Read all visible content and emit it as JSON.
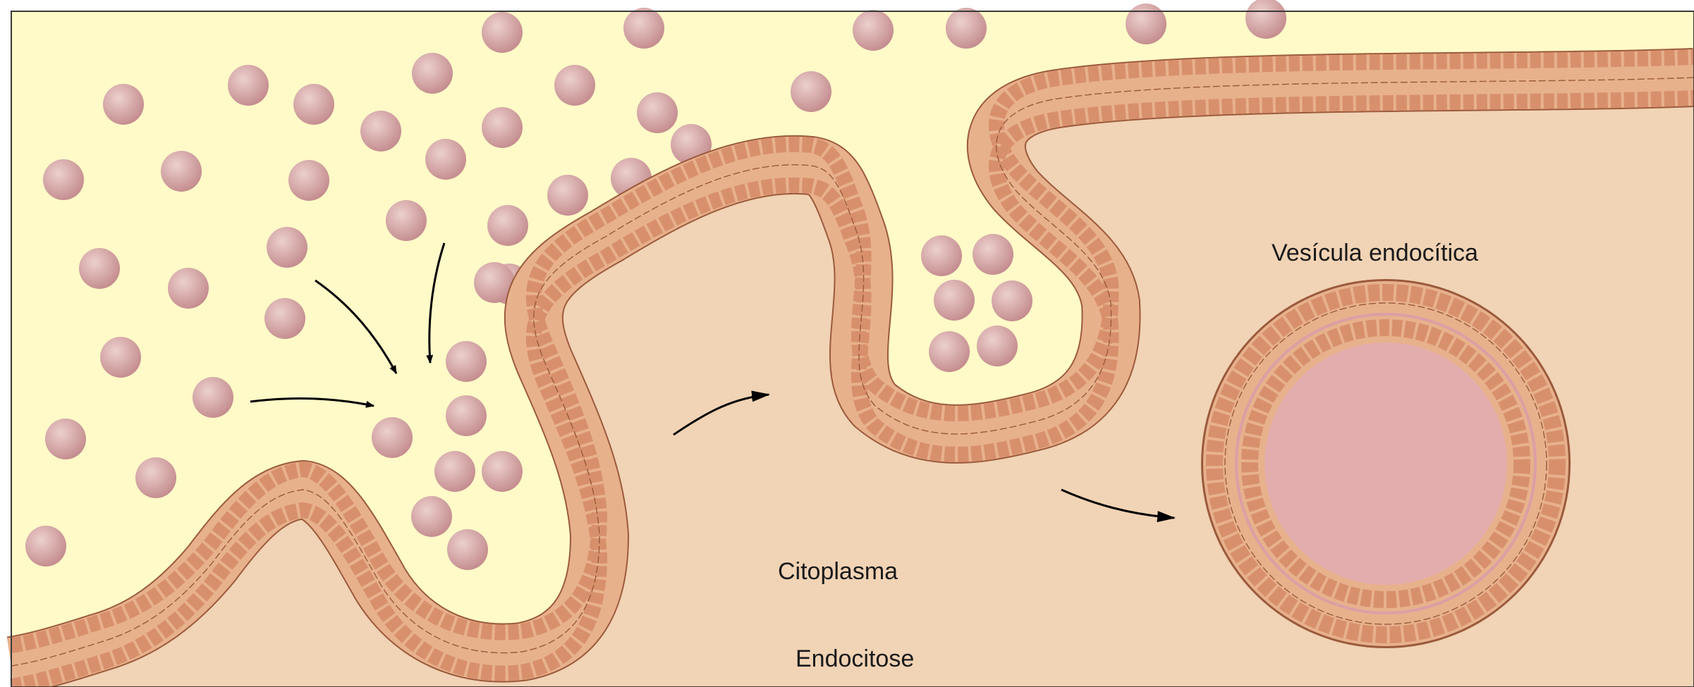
{
  "labels": {
    "vesicle": "Vesícula endocítica",
    "cytoplasm": "Citoplasma",
    "title": "Endocitose"
  },
  "colors": {
    "extracellular": "#fffac8",
    "cytoplasm": "#f1d3b5",
    "membrane_band": "#e7b18c",
    "membrane_head": "#d8906c",
    "membrane_head_edge": "#9b5a3c",
    "particle": "#c38a8c",
    "particle_light": "#ecd0cd",
    "vesicle_lumen": "#e4adad",
    "vesicle_ring": "#dc9fa5",
    "arrow": "#000000"
  },
  "icons": {
    "particle": "circle-particle-icon",
    "arrow": "curved-arrow-icon"
  }
}
